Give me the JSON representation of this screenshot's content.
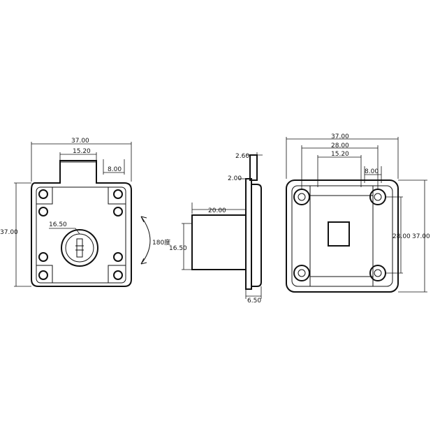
{
  "front_view": {
    "width_total": "37.00",
    "width_top": "15.20",
    "shoulder": "8.00",
    "height_total": "37.00",
    "cylinder_dia": "16.50",
    "rotation": "180度"
  },
  "side_view": {
    "bolt_thickness": "2.60",
    "plate_thickness": "2.00",
    "body_length": "20.00",
    "cylinder_dia": "16.50",
    "flange": "6.50"
  },
  "back_view": {
    "width_total": "37.00",
    "hole_spacing": "28.00",
    "width_top": "15.20",
    "shoulder": "8.00",
    "height_hole_spacing": "28.00",
    "height_total": "37.00"
  },
  "colors": {
    "stroke": "#111111",
    "background": "#ffffff"
  }
}
